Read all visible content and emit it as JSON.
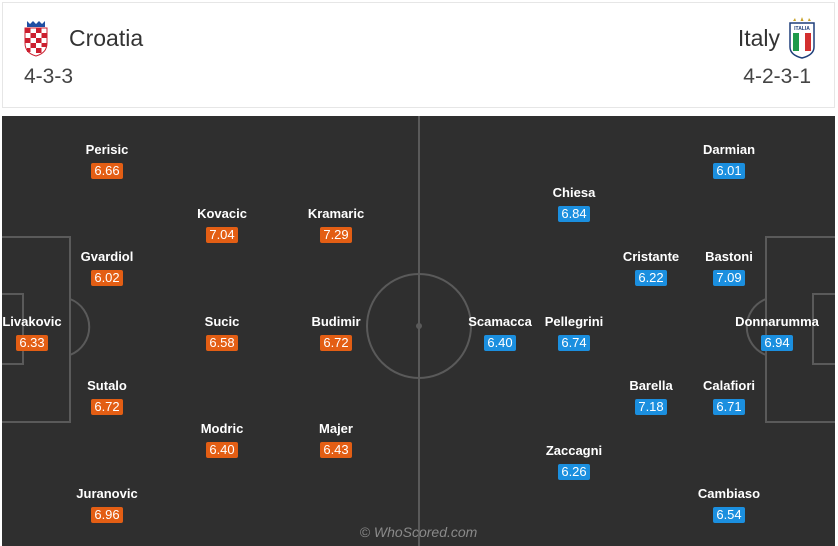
{
  "home": {
    "name": "Croatia",
    "formation": "4-3-3",
    "rating_color": "#e35e14",
    "crest_icon": "croatia-checkerboard-shield-icon",
    "players": [
      {
        "name": "Perisic",
        "rating": "6.66"
      },
      {
        "name": "Kovacic",
        "rating": "7.04"
      },
      {
        "name": "Kramaric",
        "rating": "7.29"
      },
      {
        "name": "Gvardiol",
        "rating": "6.02"
      },
      {
        "name": "Livakovic",
        "rating": "6.33"
      },
      {
        "name": "Sucic",
        "rating": "6.58"
      },
      {
        "name": "Budimir",
        "rating": "6.72"
      },
      {
        "name": "Sutalo",
        "rating": "6.72"
      },
      {
        "name": "Modric",
        "rating": "6.40"
      },
      {
        "name": "Majer",
        "rating": "6.43"
      },
      {
        "name": "Juranovic",
        "rating": "6.96"
      }
    ]
  },
  "away": {
    "name": "Italy",
    "formation": "4-2-3-1",
    "rating_color": "#1b8fdf",
    "crest_icon": "italy-figc-shield-icon",
    "crest_text": "ITALIA",
    "players": [
      {
        "name": "Darmian",
        "rating": "6.01"
      },
      {
        "name": "Chiesa",
        "rating": "6.84"
      },
      {
        "name": "Cristante",
        "rating": "6.22"
      },
      {
        "name": "Bastoni",
        "rating": "7.09"
      },
      {
        "name": "Scamacca",
        "rating": "6.40"
      },
      {
        "name": "Pellegrini",
        "rating": "6.74"
      },
      {
        "name": "Donnarumma",
        "rating": "6.94"
      },
      {
        "name": "Barella",
        "rating": "7.18"
      },
      {
        "name": "Calafiori",
        "rating": "6.71"
      },
      {
        "name": "Zaccagni",
        "rating": "6.26"
      },
      {
        "name": "Cambiaso",
        "rating": "6.54"
      }
    ]
  },
  "pitch": {
    "background": "#2f2f2f",
    "line_color": "#5a5a5a"
  },
  "watermark": "© WhoScored.com"
}
